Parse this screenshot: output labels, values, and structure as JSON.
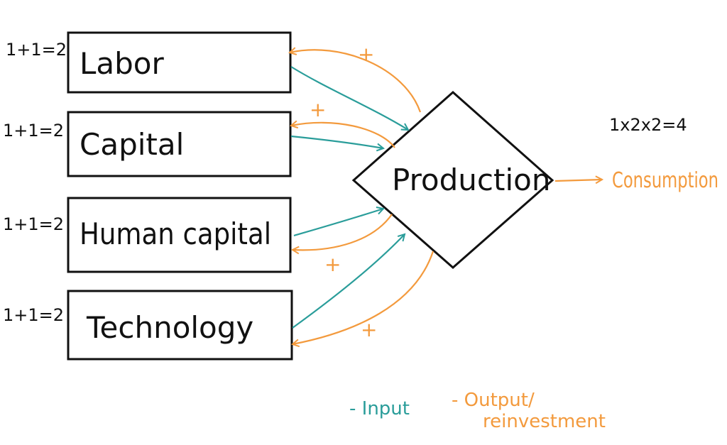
{
  "colors": {
    "ink": "#111111",
    "input": "#2a9d9a",
    "output": "#f39a3d"
  },
  "factors": [
    {
      "name": "Labor",
      "count_label": "1+1=2"
    },
    {
      "name": "Capital",
      "count_label": "1+1=2"
    },
    {
      "name": "Human capital",
      "count_label": "1+1=2"
    },
    {
      "name": "Technology",
      "count_label": "1+1=2"
    }
  ],
  "feedback_sign": "+",
  "production": {
    "label": "Production"
  },
  "consumption": {
    "label": "Consumption"
  },
  "product_label": "1x2x2=4",
  "legend": {
    "input_label": "- Input",
    "output_label_line1": "- Output/",
    "output_label_line2": "reinvestment"
  }
}
